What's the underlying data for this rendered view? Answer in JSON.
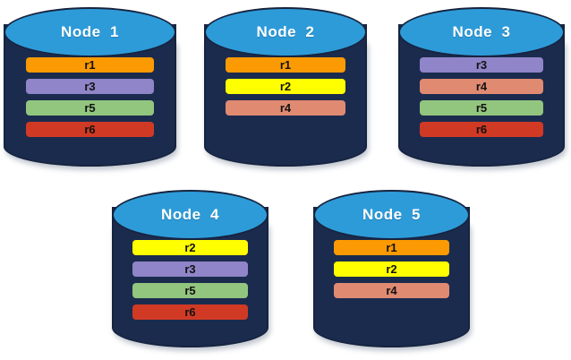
{
  "diagram": {
    "type": "node-replica-distribution",
    "background_color": "#ffffff",
    "cylinder_body_color": "#1b2b4e",
    "cylinder_top_color": "#2e9bd9",
    "cylinder_border_color": "#16243f",
    "label_text_color": "#ffffff",
    "bar_text_color": "#111111",
    "replica_colors": {
      "r1": "#fb9a02",
      "r2": "#ffff00",
      "r3": "#8f85c8",
      "r4": "#e08a72",
      "r5": "#92c57e",
      "r6": "#d03a25"
    },
    "nodes": [
      {
        "id": "node-1",
        "label": "Node  1",
        "row": "top",
        "replicas": [
          {
            "label": "r1",
            "color": "#fb9a02"
          },
          {
            "label": "r3",
            "color": "#8f85c8"
          },
          {
            "label": "r5",
            "color": "#92c57e"
          },
          {
            "label": "r6",
            "color": "#d03a25"
          }
        ]
      },
      {
        "id": "node-2",
        "label": "Node  2",
        "row": "top",
        "replicas": [
          {
            "label": "r1",
            "color": "#fb9a02"
          },
          {
            "label": "r2",
            "color": "#ffff00"
          },
          {
            "label": "r4",
            "color": "#e08a72"
          }
        ]
      },
      {
        "id": "node-3",
        "label": "Node  3",
        "row": "top",
        "replicas": [
          {
            "label": "r3",
            "color": "#8f85c8"
          },
          {
            "label": "r4",
            "color": "#e08a72"
          },
          {
            "label": "r5",
            "color": "#92c57e"
          },
          {
            "label": "r6",
            "color": "#d03a25"
          }
        ]
      },
      {
        "id": "node-4",
        "label": "Node  4",
        "row": "bottom",
        "replicas": [
          {
            "label": "r2",
            "color": "#ffff00"
          },
          {
            "label": "r3",
            "color": "#8f85c8"
          },
          {
            "label": "r5",
            "color": "#92c57e"
          },
          {
            "label": "r6",
            "color": "#d03a25"
          }
        ]
      },
      {
        "id": "node-5",
        "label": "Node  5",
        "row": "bottom",
        "replicas": [
          {
            "label": "r1",
            "color": "#fb9a02"
          },
          {
            "label": "r2",
            "color": "#ffff00"
          },
          {
            "label": "r4",
            "color": "#e08a72"
          }
        ]
      }
    ]
  }
}
